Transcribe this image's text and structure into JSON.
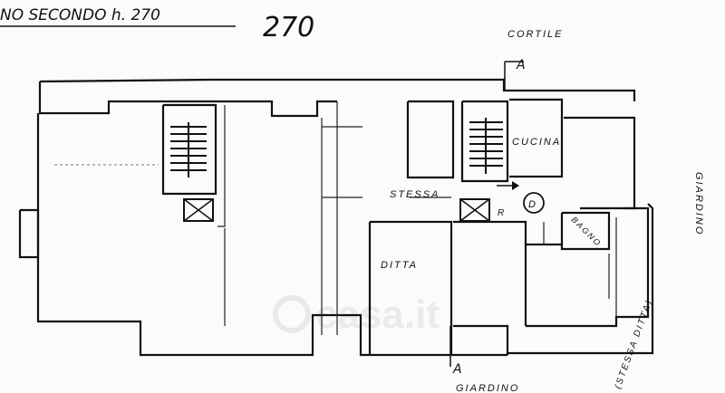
{
  "header": {
    "floor_title": "NO SECONDO h. 270",
    "page_number": "270"
  },
  "labels": {
    "cortile": "CORTILE",
    "cucina": "CUCINA",
    "stessa": "STESSA",
    "ditta": "DITTA",
    "bagno": "BAGNO",
    "giardino_right": "GIARDINO",
    "giardino_bottom": "GIARDINO",
    "stessa_ditta": "(STESSA DITTA)",
    "door_d": "D",
    "marker_r": "R",
    "section_top": "A",
    "section_bottom": "A"
  },
  "watermark": "casa.it"
}
